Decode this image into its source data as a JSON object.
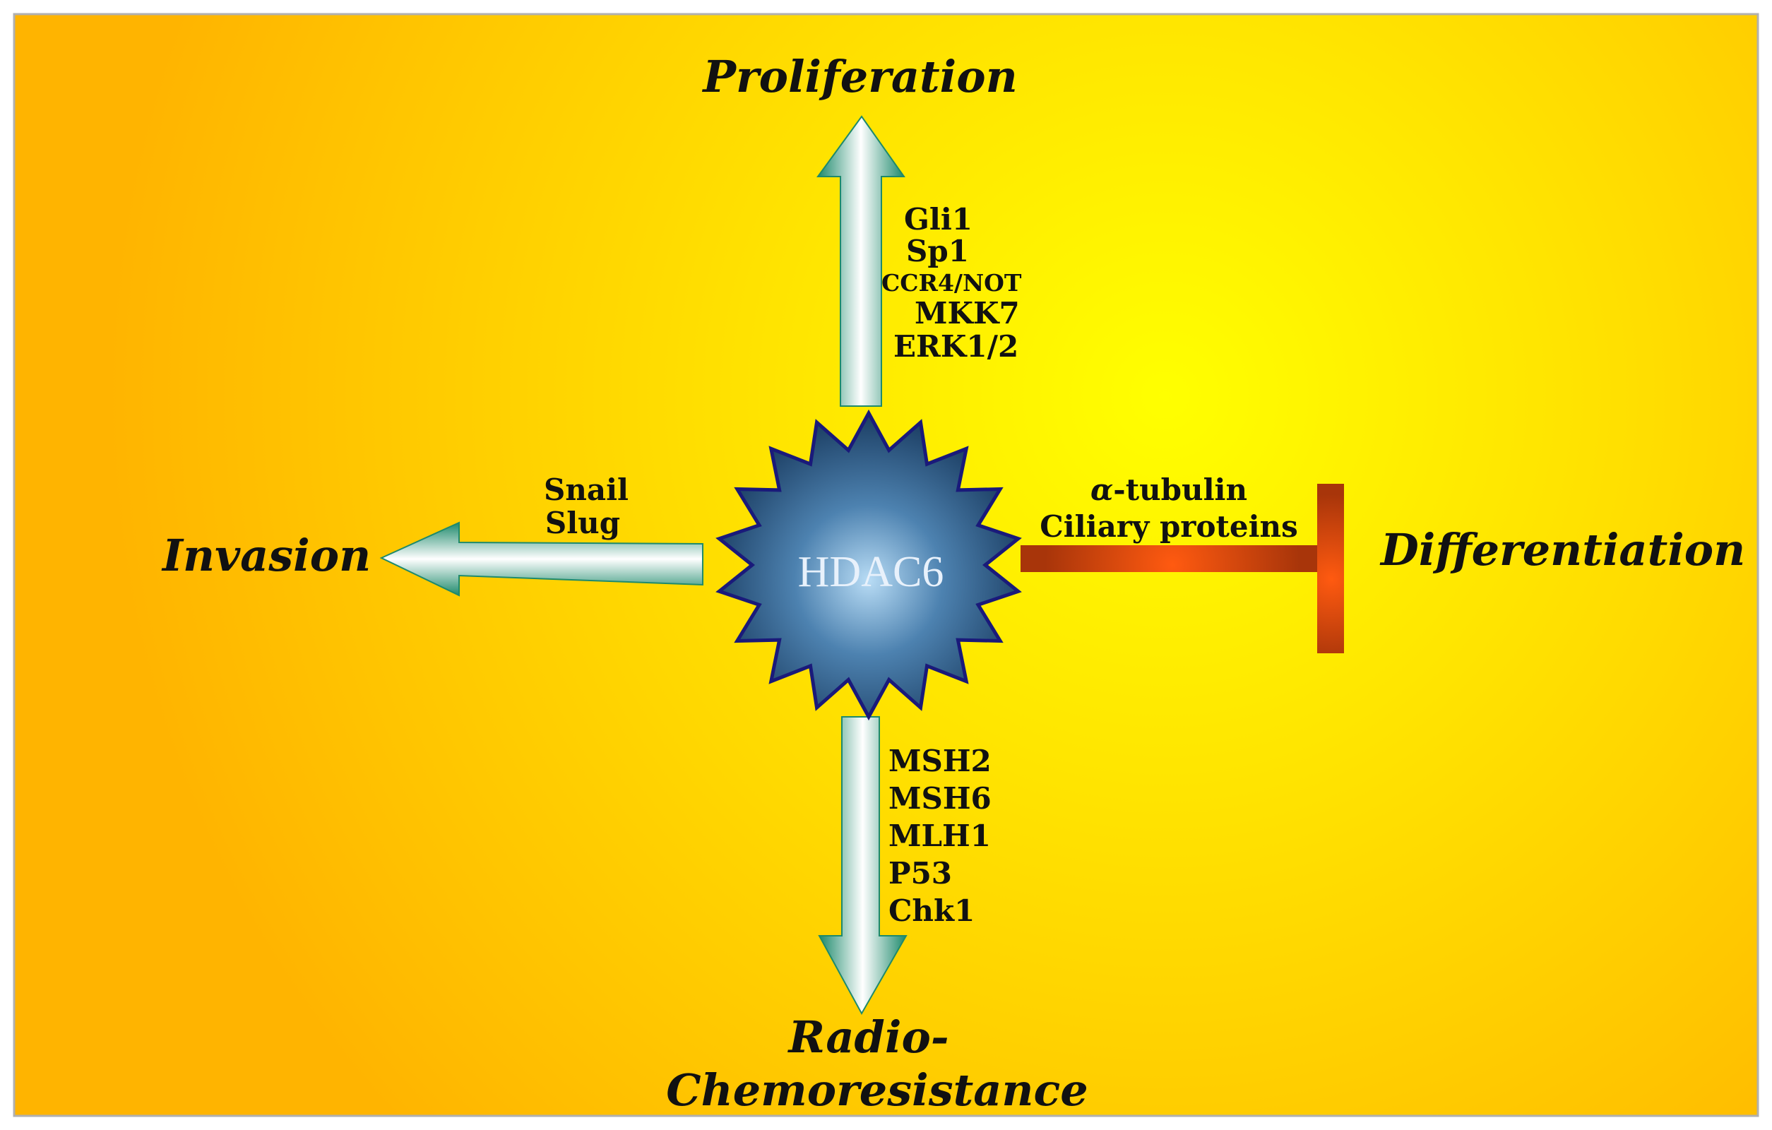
{
  "center": {
    "label": "HDAC6"
  },
  "proliferation": {
    "label": "Proliferation",
    "factors": [
      "Gli1",
      "Sp1",
      "CCR4/NOT",
      "MKK7",
      "ERK1/2"
    ]
  },
  "invasion": {
    "label": "Invasion",
    "factors": [
      "Snail",
      "Slug"
    ]
  },
  "differentiation": {
    "label": "Differentiation",
    "factor_prefix": "α",
    "factor_suffix": "-tubulin",
    "factors_line2": "Ciliary proteins"
  },
  "resistance": {
    "label_line1": "Radio-",
    "label_line2": "Chemoresistance",
    "factors": [
      "MSH2",
      "MSH6",
      "MLH1",
      "P53",
      "Chk1"
    ]
  },
  "colors": {
    "background_center": "#ffff00",
    "background_edge": "#ffb400",
    "arrow_edge": "#1e8a6c",
    "arrow_center": "#ffffff",
    "star_center": "#b8dcf5",
    "star_edge": "#1b3d62",
    "star_stroke": "#1a1a7a",
    "inhibitor": "#a8350a",
    "inhibitor_glow": "#ff5a10"
  }
}
